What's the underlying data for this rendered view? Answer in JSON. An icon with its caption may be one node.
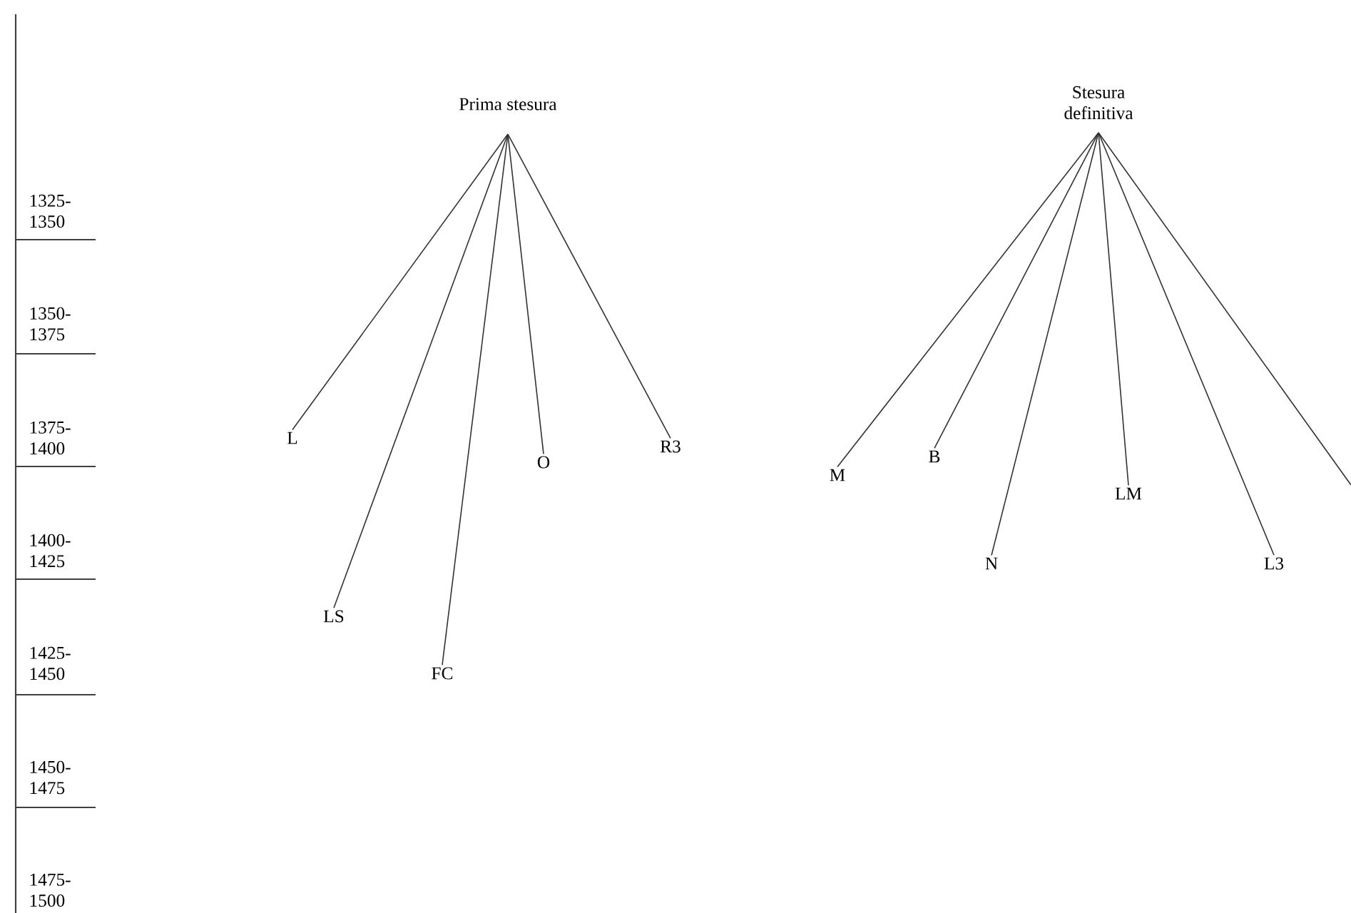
{
  "diagram": {
    "nodes": [
      {
        "text": [
          "Prima stesura"
        ]
      },
      {
        "text": [
          "L"
        ]
      },
      {
        "text": [
          "LS"
        ]
      },
      {
        "text": [
          "FC"
        ]
      },
      {
        "text": [
          "O"
        ]
      },
      {
        "text": [
          "R3"
        ]
      },
      {
        "text": [
          "Stesura definitiva"
        ]
      },
      {
        "text": [
          "M"
        ]
      },
      {
        "text": [
          "B"
        ]
      },
      {
        "text": [
          "N"
        ]
      },
      {
        "text": [
          "LM"
        ]
      },
      {
        "text": [
          "L3"
        ]
      }
    ],
    "edges": [
      {
        "from": 0,
        "to": 1,
        "arrow": "none"
      },
      {
        "from": 0,
        "to": 2,
        "arrow": "none"
      },
      {
        "from": 0,
        "to": 3,
        "arrow": "none"
      },
      {
        "from": 0,
        "to": 4,
        "arrow": "none"
      },
      {
        "from": 0,
        "to": 5,
        "arrow": "none"
      },
      {
        "from": 6,
        "to": 7,
        "arrow": "none"
      },
      {
        "from": 6,
        "to": 8,
        "arrow": "none"
      },
      {
        "from": 6,
        "to": 9,
        "arrow": "none"
      },
      {
        "from": 6,
        "to": 10,
        "arrow": "none"
      },
      {
        "from": 6,
        "to": 11,
        "arrow": "none"
      },
      {
        "from": 6,
        "to": null,
        "arrow": "none"
      }
    ],
    "labels": [
      "1325- 1350",
      "1350- 1375",
      "1375- 1400",
      "1400- 1425",
      "1425- 1450",
      "1450- 1475",
      "1475- 1500"
    ]
  }
}
